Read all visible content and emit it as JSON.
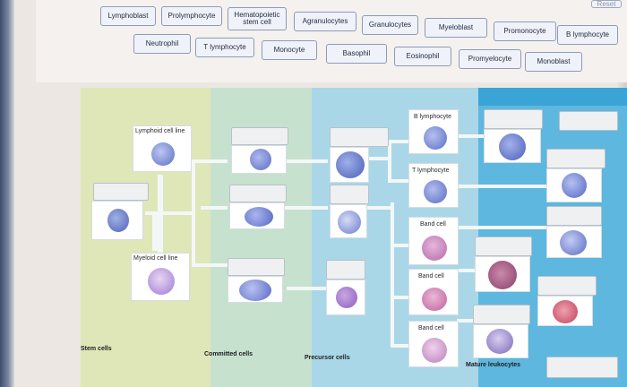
{
  "reset_label": "Reset",
  "term_bank": {
    "row1": [
      "Lymphoblast",
      "Prolymphocyte",
      "Hematopoietic stem cell",
      "Agranulocytes",
      "Granulocytes",
      "Myeloblast",
      "Promonocyte",
      "B lymphocyte"
    ],
    "row2": [
      "Neutrophil",
      "T lymphocyte",
      "Monocyte",
      "Basophil",
      "Eosinophil",
      "Promyelocyte",
      "Monoblast"
    ]
  },
  "diagram": {
    "stages": [
      "Stem cells",
      "Committed cells",
      "Precursor cells",
      "Mature leukocytes"
    ],
    "labels": {
      "lymphoid": "Lymphoid cell line",
      "myeloid": "Myeloid cell line",
      "b_lymphocyte": "B lymphocyte",
      "t_lymphocyte": "T lymphocyte",
      "band1": "Band cell",
      "band2": "Band cell",
      "band3": "Band cell"
    }
  },
  "colors": {
    "bank_chip": "#eff2f8",
    "chip_border": "#8e9ab8",
    "band1": "#dfe6b8",
    "band2": "#c7e1cf",
    "band3": "#a9d7e8",
    "band4": "#5db7de"
  }
}
